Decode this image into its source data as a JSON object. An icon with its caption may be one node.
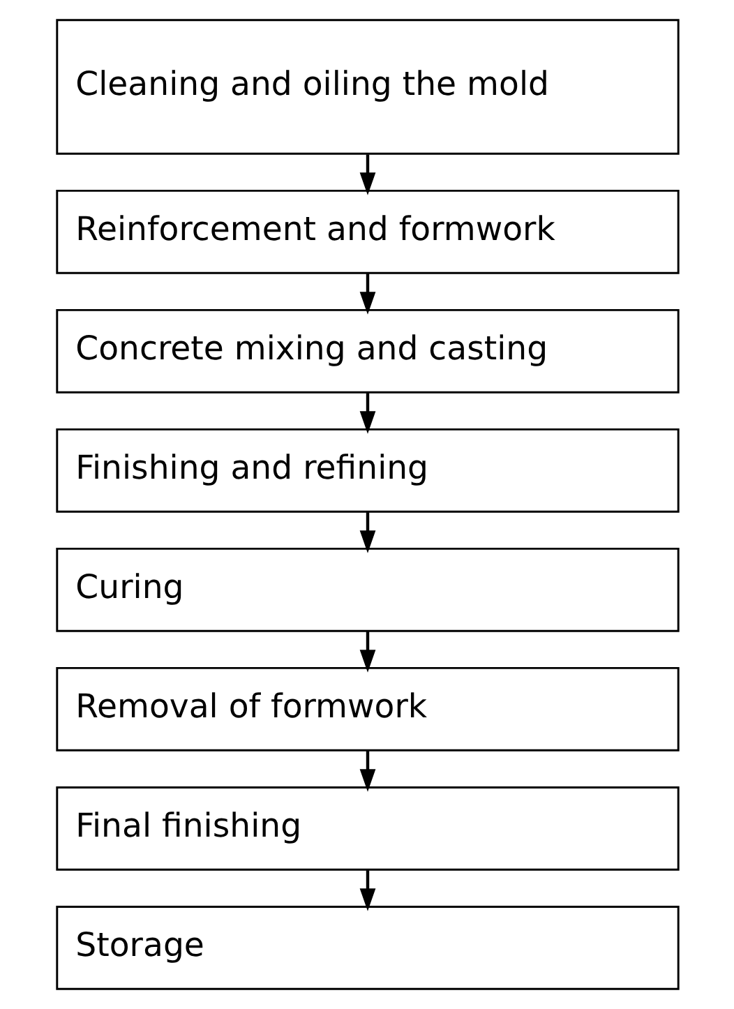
{
  "diagram": {
    "nodes": [
      {
        "text": [
          "Cleaning and oiling the mold"
        ]
      },
      {
        "text": [
          "Reinforcement and formwork"
        ]
      },
      {
        "text": [
          "Concrete mixing and casting"
        ]
      },
      {
        "text": [
          "Finishing and refining"
        ]
      },
      {
        "text": [
          "Curing"
        ]
      },
      {
        "text": [
          "Removal of formwork"
        ]
      },
      {
        "text": [
          "Final finishing"
        ]
      },
      {
        "text": [
          "Storage"
        ]
      }
    ],
    "edges": [
      {
        "from": 0,
        "to": 1,
        "arrow": "to"
      },
      {
        "from": 1,
        "to": 2,
        "arrow": "to"
      },
      {
        "from": 2,
        "to": 3,
        "arrow": "to"
      },
      {
        "from": 3,
        "to": 4,
        "arrow": "to"
      },
      {
        "from": 4,
        "to": 5,
        "arrow": "to"
      },
      {
        "from": 5,
        "to": 6,
        "arrow": "to"
      },
      {
        "from": 6,
        "to": 7,
        "arrow": "to"
      }
    ]
  }
}
